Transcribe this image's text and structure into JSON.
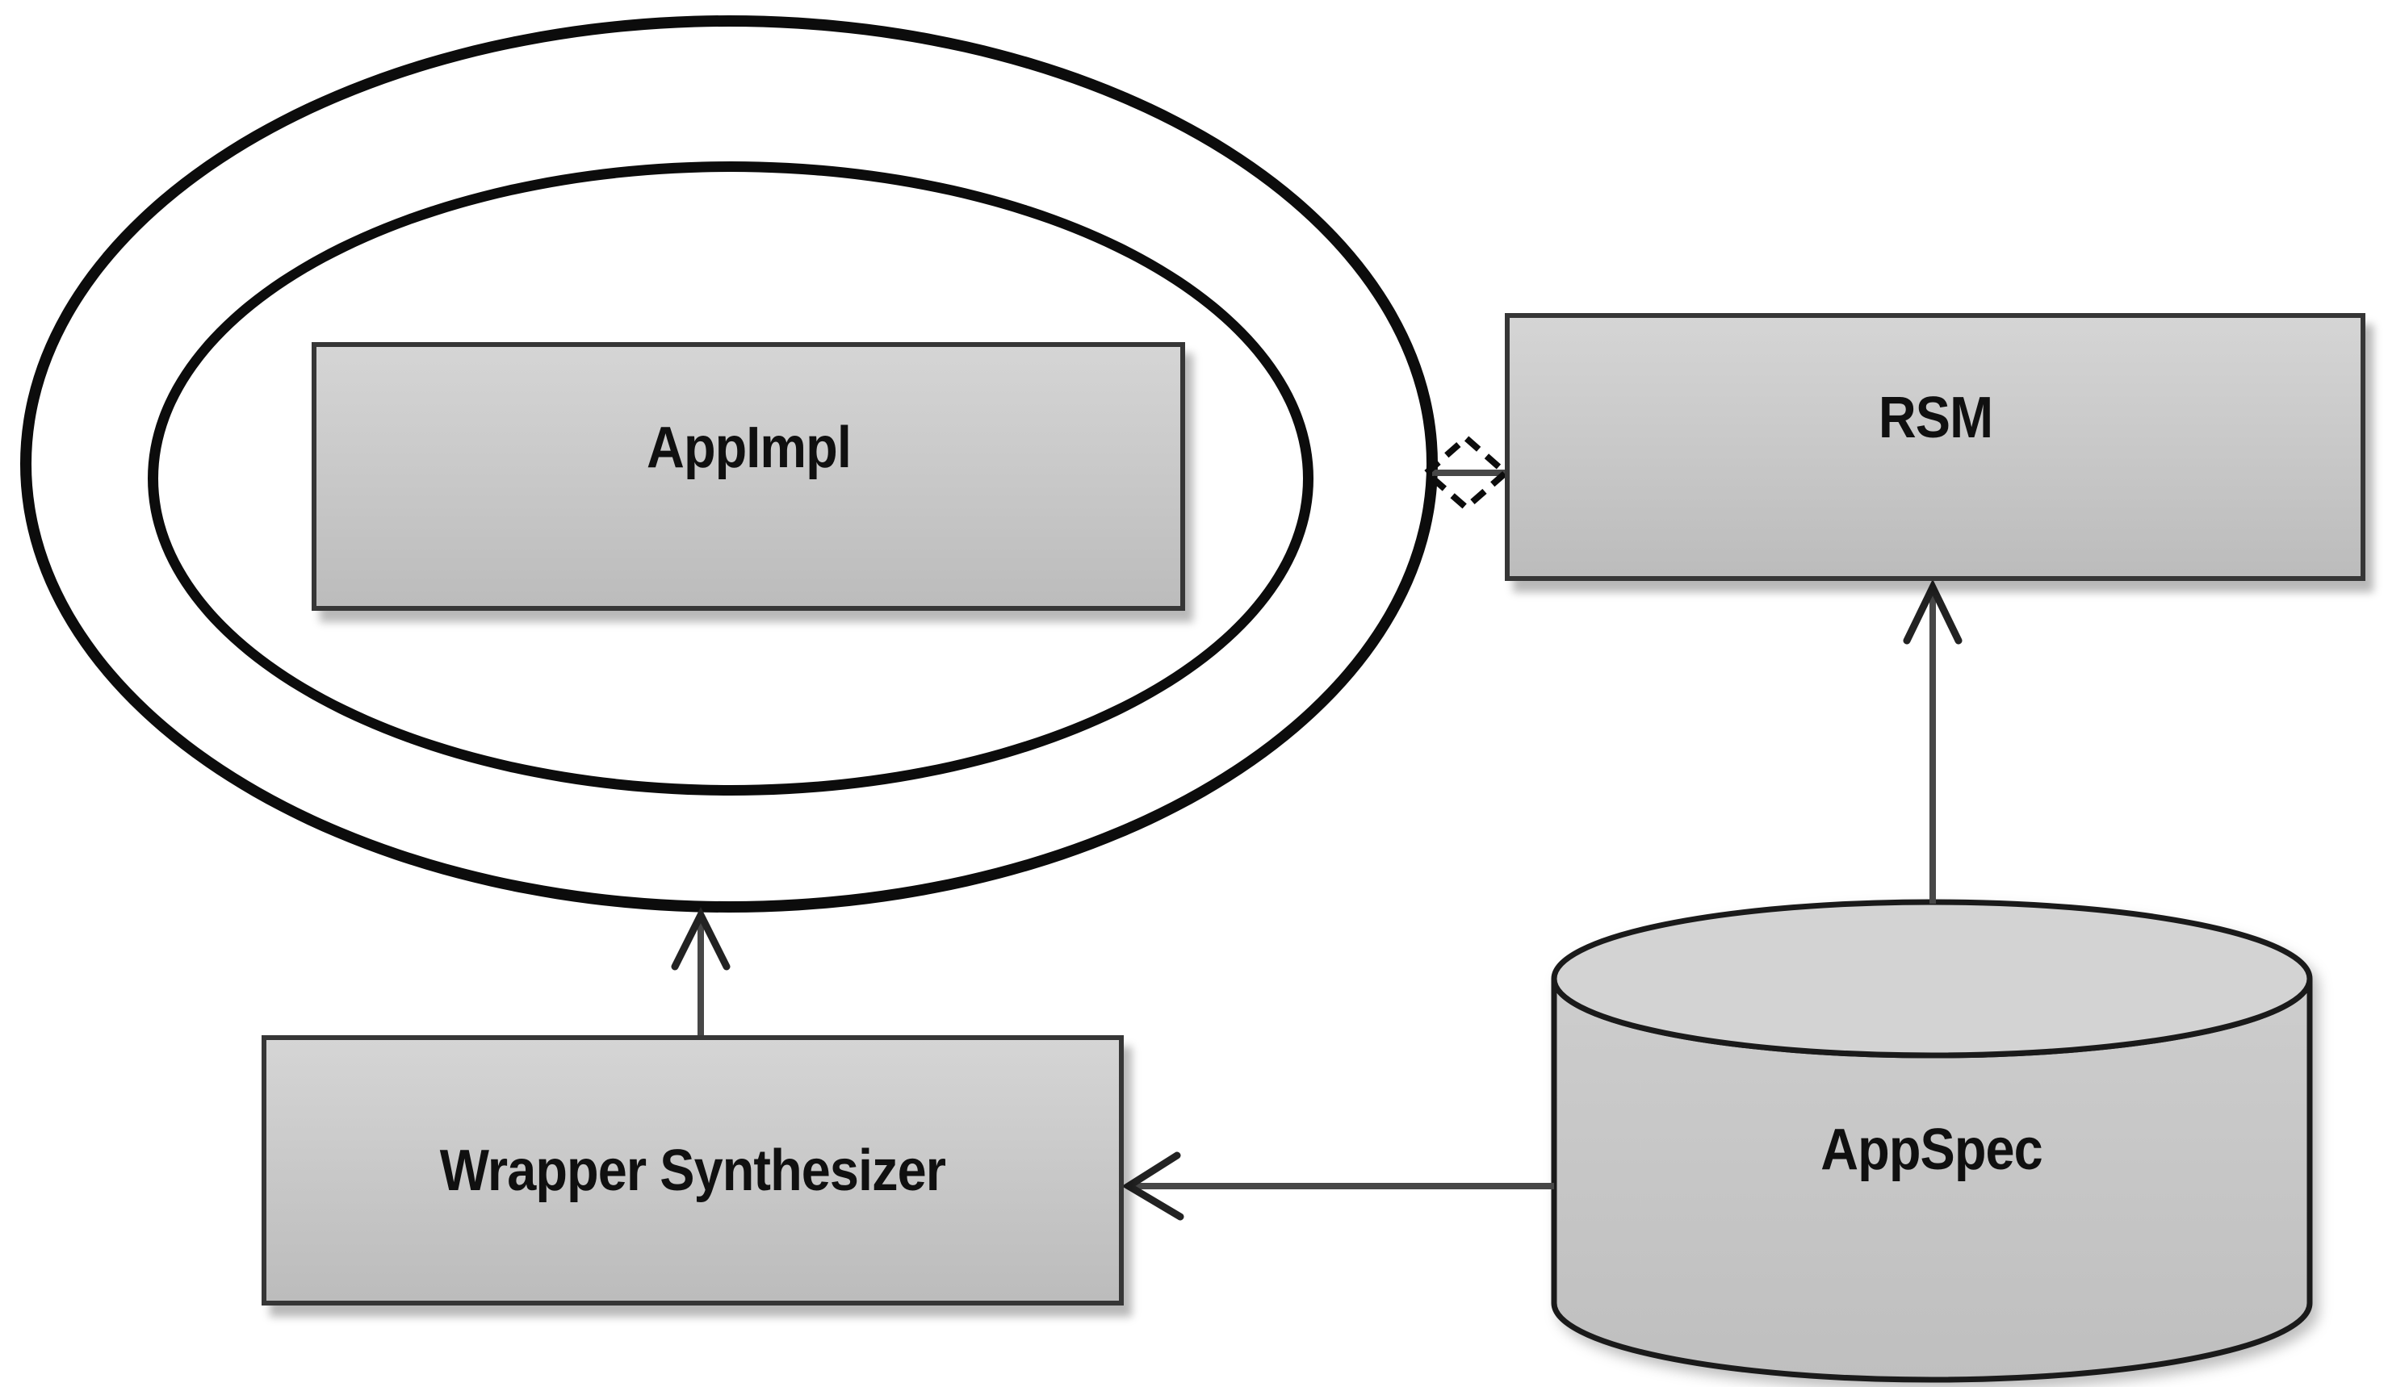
{
  "diagram": {
    "type": "architecture-diagram",
    "background": "#ffffff",
    "nodes": {
      "appimpl": {
        "label": "AppImpl",
        "shape": "rectangle",
        "fill": "gray-gradient"
      },
      "rsm": {
        "label": "RSM",
        "shape": "rectangle",
        "fill": "gray-gradient"
      },
      "wrapper_synthesizer": {
        "label": "Wrapper Synthesizer",
        "shape": "rectangle",
        "fill": "gray-gradient"
      },
      "appspec": {
        "label": "AppSpec",
        "shape": "cylinder",
        "fill": "gray-gradient"
      }
    },
    "containers": {
      "double_ellipse": {
        "rings": 2,
        "contains": "appimpl",
        "stroke": "black"
      }
    },
    "edges": [
      {
        "from": "wrapper_synthesizer",
        "to": "double_ellipse",
        "style": "solid-line",
        "head": "open-v-arrow",
        "direction": "up"
      },
      {
        "from": "appspec",
        "to": "rsm",
        "style": "solid-line",
        "head": "open-v-arrow",
        "direction": "up"
      },
      {
        "from": "appspec",
        "to": "wrapper_synthesizer",
        "style": "solid-line",
        "head": "open-v-arrow",
        "direction": "left"
      },
      {
        "from": "double_ellipse",
        "to": "rsm",
        "style": "solid-line",
        "head": "dashed-open-diamond",
        "direction": "horizontal"
      }
    ]
  },
  "nodes": {
    "appimpl": {
      "label": "AppImpl"
    },
    "rsm": {
      "label": "RSM"
    },
    "wrapper_synthesizer": {
      "label": "Wrapper Synthesizer"
    },
    "appspec": {
      "label": "AppSpec"
    }
  },
  "colors": {
    "bg": "#ffffff",
    "ellipse-stroke": "#0c0c0c",
    "node-border": "#363636",
    "node-fill-top": "#d5d5d5",
    "node-fill-bottom": "#bcbcbc",
    "cyl-top": "#d3d3d3",
    "cyl-body-1": "#cdcdcd",
    "cyl-body-2": "#bfbfbf",
    "edge": "#474747",
    "arrowhead": "#222222",
    "label-color": "#101010"
  }
}
